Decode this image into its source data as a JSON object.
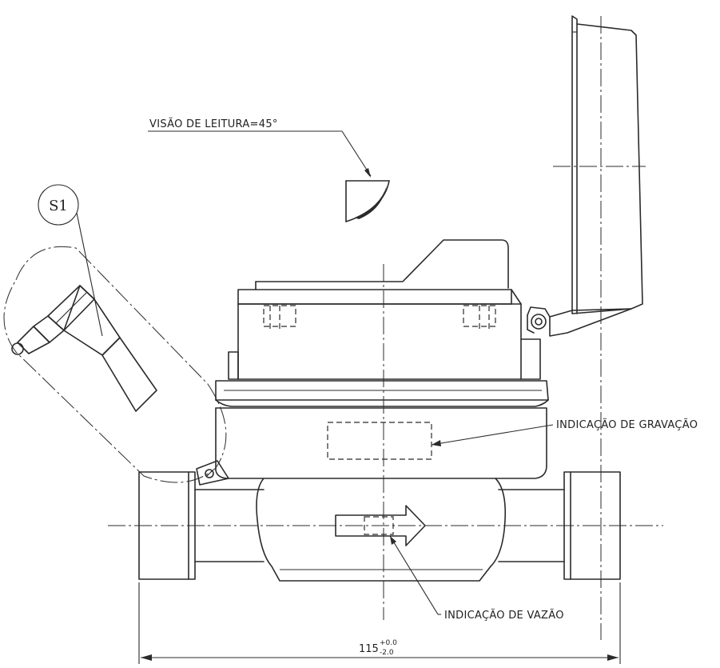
{
  "labels": {
    "reading_view": "VISÃO DE LEITURA=45°",
    "detail_callout": "S1",
    "engraving_indication": "INDICAÇÃO DE GRAVAÇÃO",
    "flow_indication": "INDICAÇÃO DE VAZÃO"
  },
  "dimension": {
    "nominal": "115",
    "tol_upper": "+0.0",
    "tol_lower": "-2.0"
  }
}
